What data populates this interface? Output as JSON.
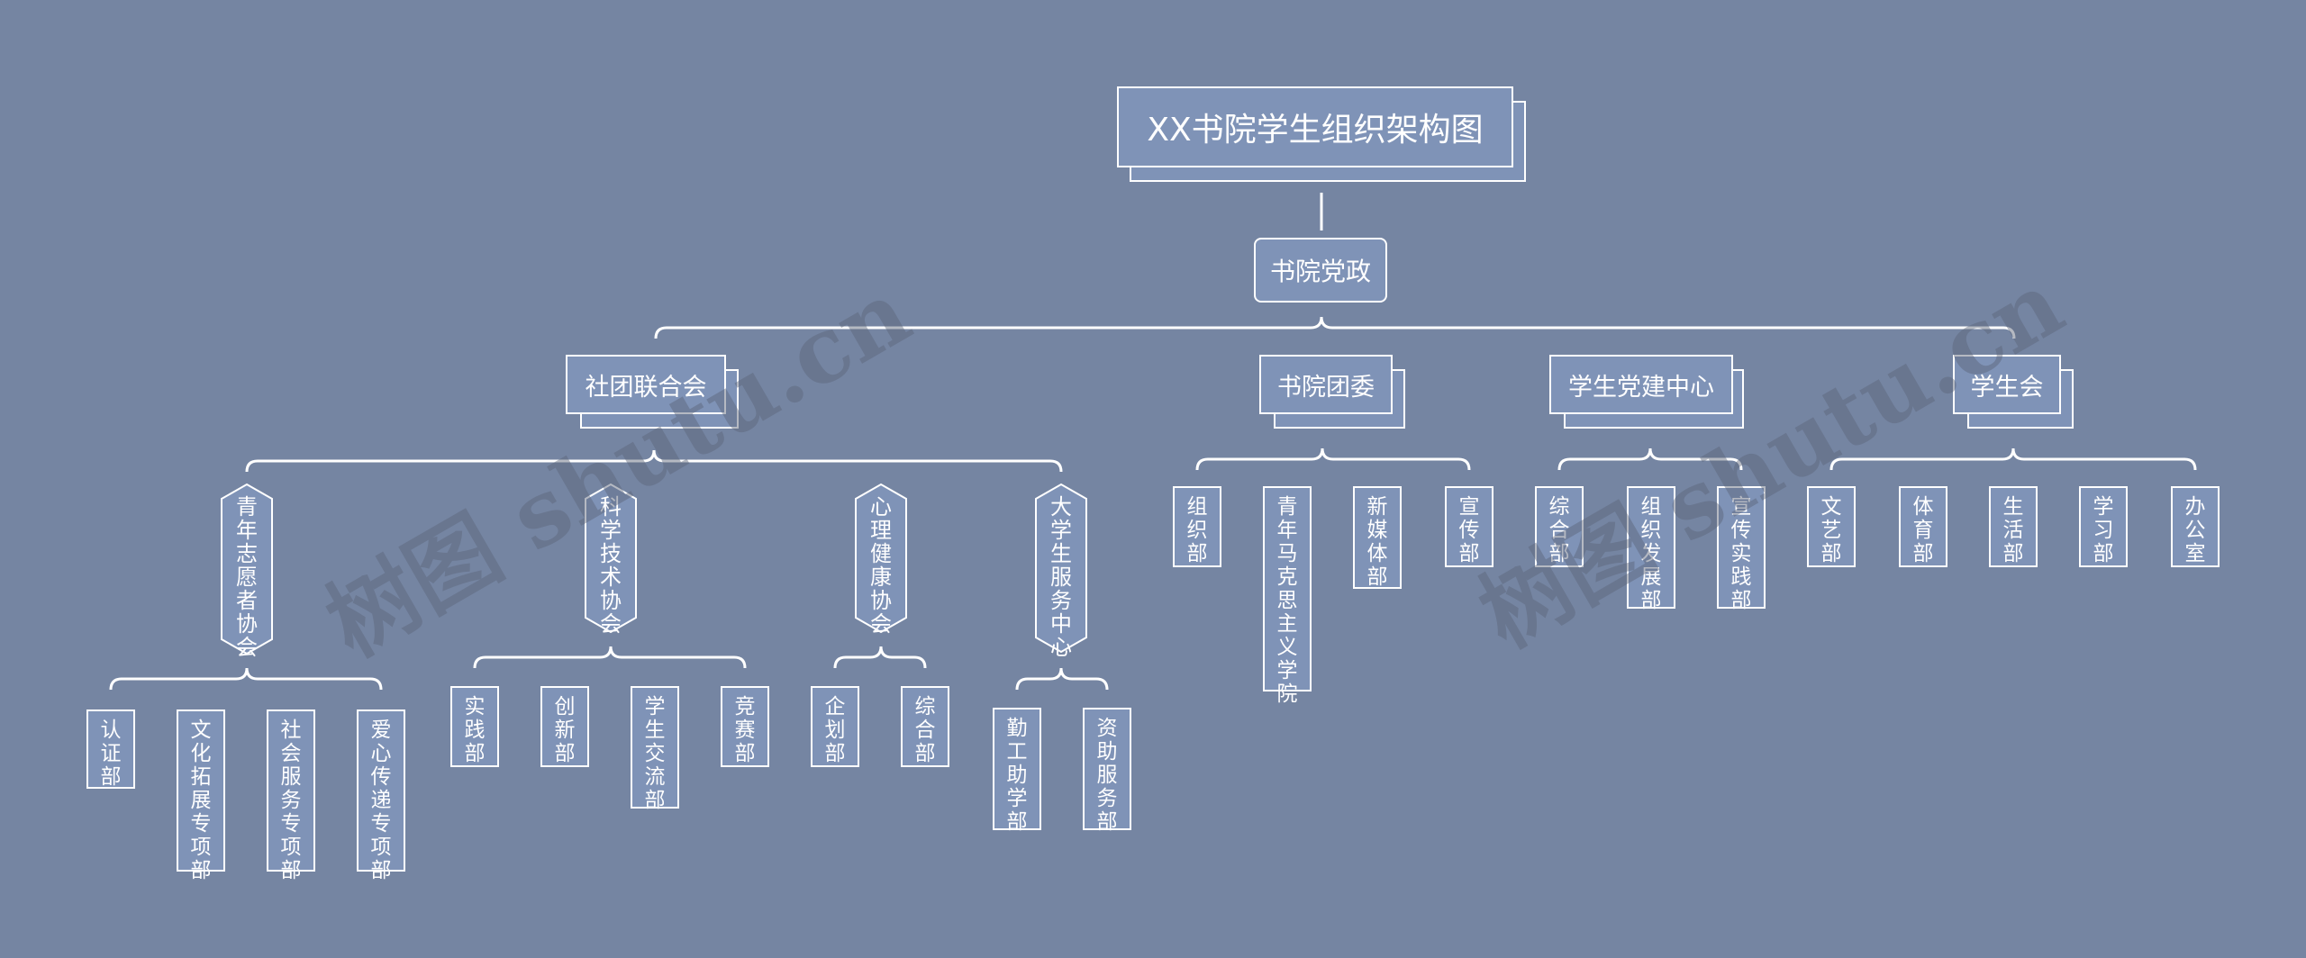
{
  "root": "XX书院学生组织架构图",
  "level1": "书院党政",
  "departments": [
    {
      "name": "社团联合会",
      "children": [
        {
          "name": "青年志愿者协会",
          "children": [
            "认证部",
            "文化拓展专项部",
            "社会服务专项部",
            "爱心传递专项部"
          ]
        },
        {
          "name": "科学技术协会",
          "children": [
            "实践部",
            "创新部",
            "学生交流部",
            "竞赛部"
          ]
        },
        {
          "name": "心理健康协会",
          "children": [
            "企划部",
            "综合部"
          ]
        },
        {
          "name": "大学生服务中心",
          "children": [
            "勤工助学部",
            "资助服务部"
          ]
        }
      ]
    },
    {
      "name": "书院团委",
      "children": [
        "组织部",
        "青年马克思主义学院",
        "新媒体部",
        "宣传部"
      ]
    },
    {
      "name": "学生党建中心",
      "children": [
        "综合部",
        "组织发展部",
        "宣传实践部"
      ]
    },
    {
      "name": "学生会",
      "children": [
        "文艺部",
        "体育部",
        "生活部",
        "学习部",
        "办公室"
      ]
    }
  ],
  "watermarks": [
    "树图 shutu.cn",
    "树图 shutu.cn"
  ],
  "colors": {
    "background": "#7585a2",
    "node_fill": "#7f93b7",
    "line": "#ffffff"
  }
}
